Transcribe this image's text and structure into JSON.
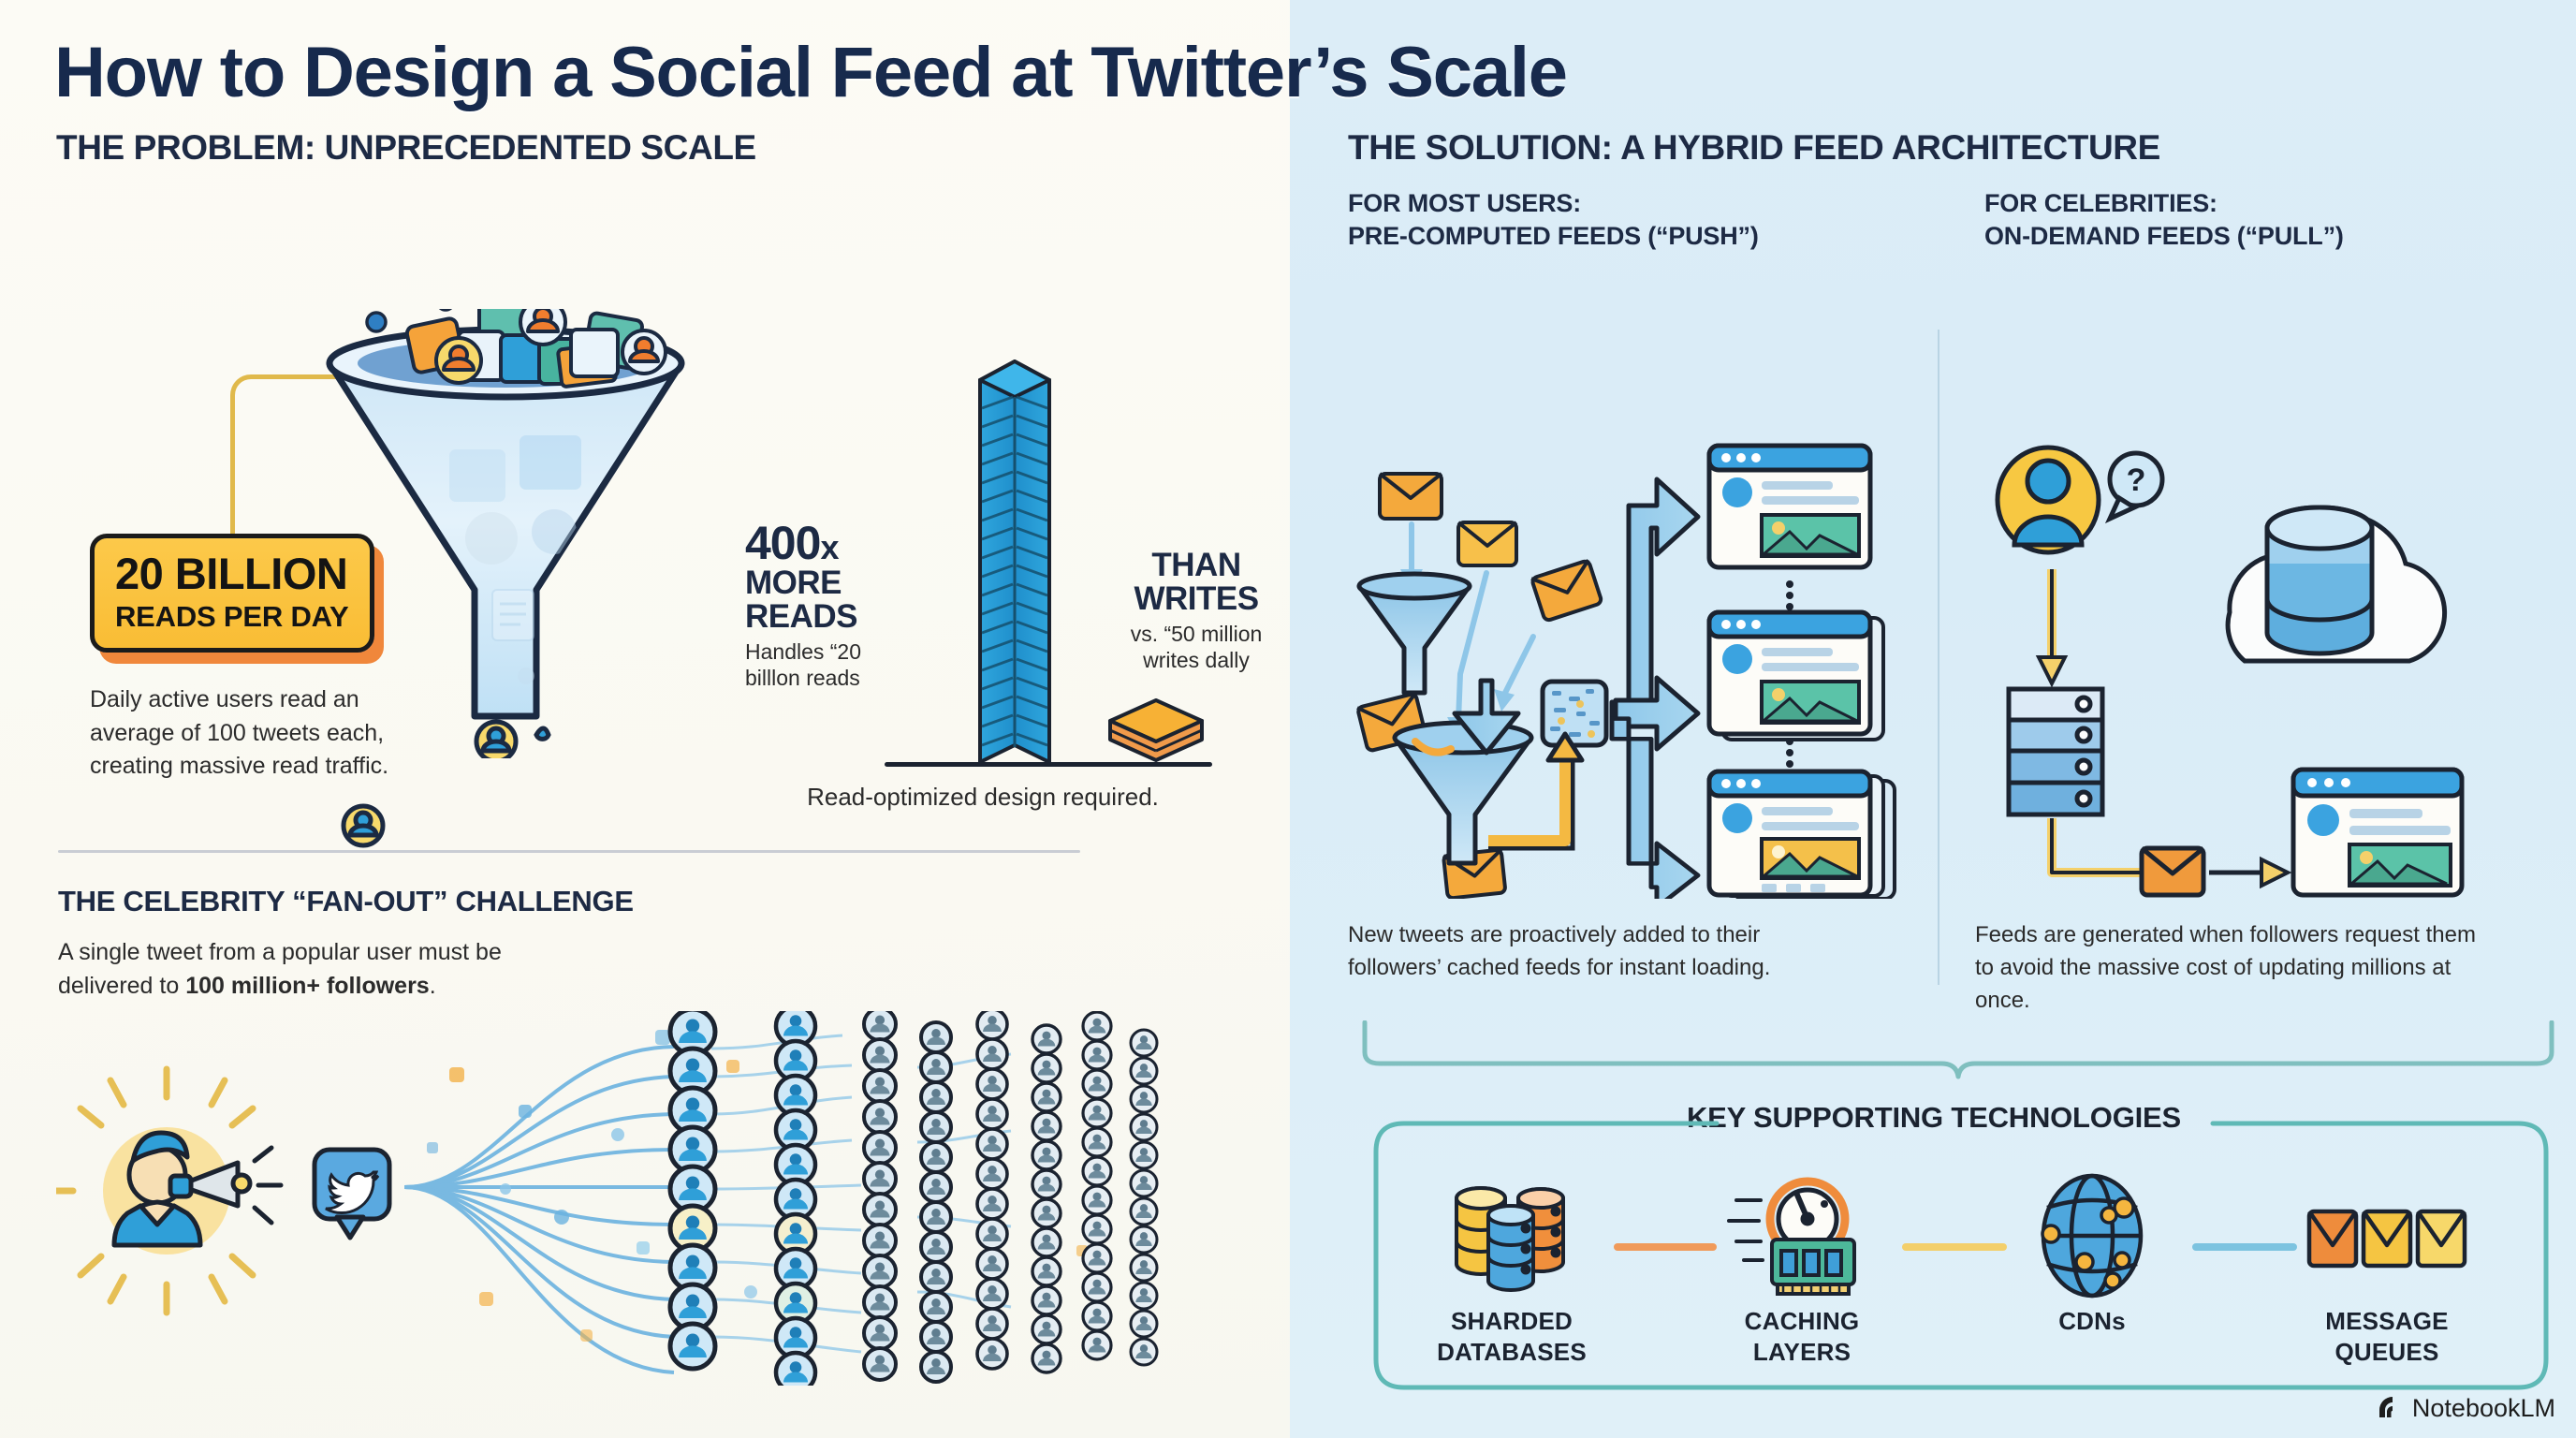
{
  "title": "How to Design a Social Feed at Twitter’s Scale",
  "colors": {
    "left_bg": "#fbfaf4",
    "right_bg": "#dcedf7",
    "navy": "#172a4d",
    "accent_yellow": "#f9bd35",
    "accent_orange": "#f0873b",
    "accent_blue": "#2f9fd8",
    "teal": "#5bbcb6"
  },
  "left_panel": {
    "heading": "THE PROBLEM: UNPRECEDENTED SCALE",
    "badge": {
      "line1": "20 BILLION",
      "line2": "READS PER DAY"
    },
    "funnel_description": "Daily active users read an\naverage of 100 tweets each,\ncreating massive read traffic.",
    "stat": {
      "value": "400",
      "value_suffix": "x",
      "line_a": "MORE",
      "line_b": "READS",
      "note": "Handles “20\nbilllon reads"
    },
    "writes": {
      "line_a": "THAN",
      "line_b": "WRITES",
      "note": "vs. “50 million\nwrites dally"
    },
    "read_optimized": "Read-optimized design required.",
    "fanout": {
      "heading": "THE CELEBRITY “FAN-OUT” CHALLENGE",
      "description_pre": "A single tweet from a popular user must be delivered to ",
      "description_bold": "100 million+ followers",
      "description_post": "."
    }
  },
  "right_panel": {
    "heading": "THE SOLUTION: A HYBRID FEED ARCHITECTURE",
    "push": {
      "heading": "FOR MOST USERS:\nPRE-COMPUTED FEEDS (“PUSH”)",
      "description": "New tweets are proactively added to their followers’ cached feeds for instant loading."
    },
    "pull": {
      "heading": "FOR CELEBRITIES:\nON-DEMAND FEEDS (“PULL”)",
      "description": "Feeds are generated when followers request them to avoid the massive cost of updating millions at once."
    },
    "key_tech": {
      "heading": "KEY SUPPORTING TECHNOLOGIES",
      "items": [
        {
          "label": "SHARDED\nDATABASES",
          "icon": "database-stack-icon"
        },
        {
          "label": "CACHING\nLAYERS",
          "icon": "memory-gauge-icon"
        },
        {
          "label": "CDNs",
          "icon": "globe-network-icon"
        },
        {
          "label": "MESSAGE\nQUEUES",
          "icon": "envelope-queue-icon"
        }
      ]
    }
  },
  "watermark": {
    "label": "NotebookLM",
    "icon": "notebooklm-logo-icon"
  }
}
